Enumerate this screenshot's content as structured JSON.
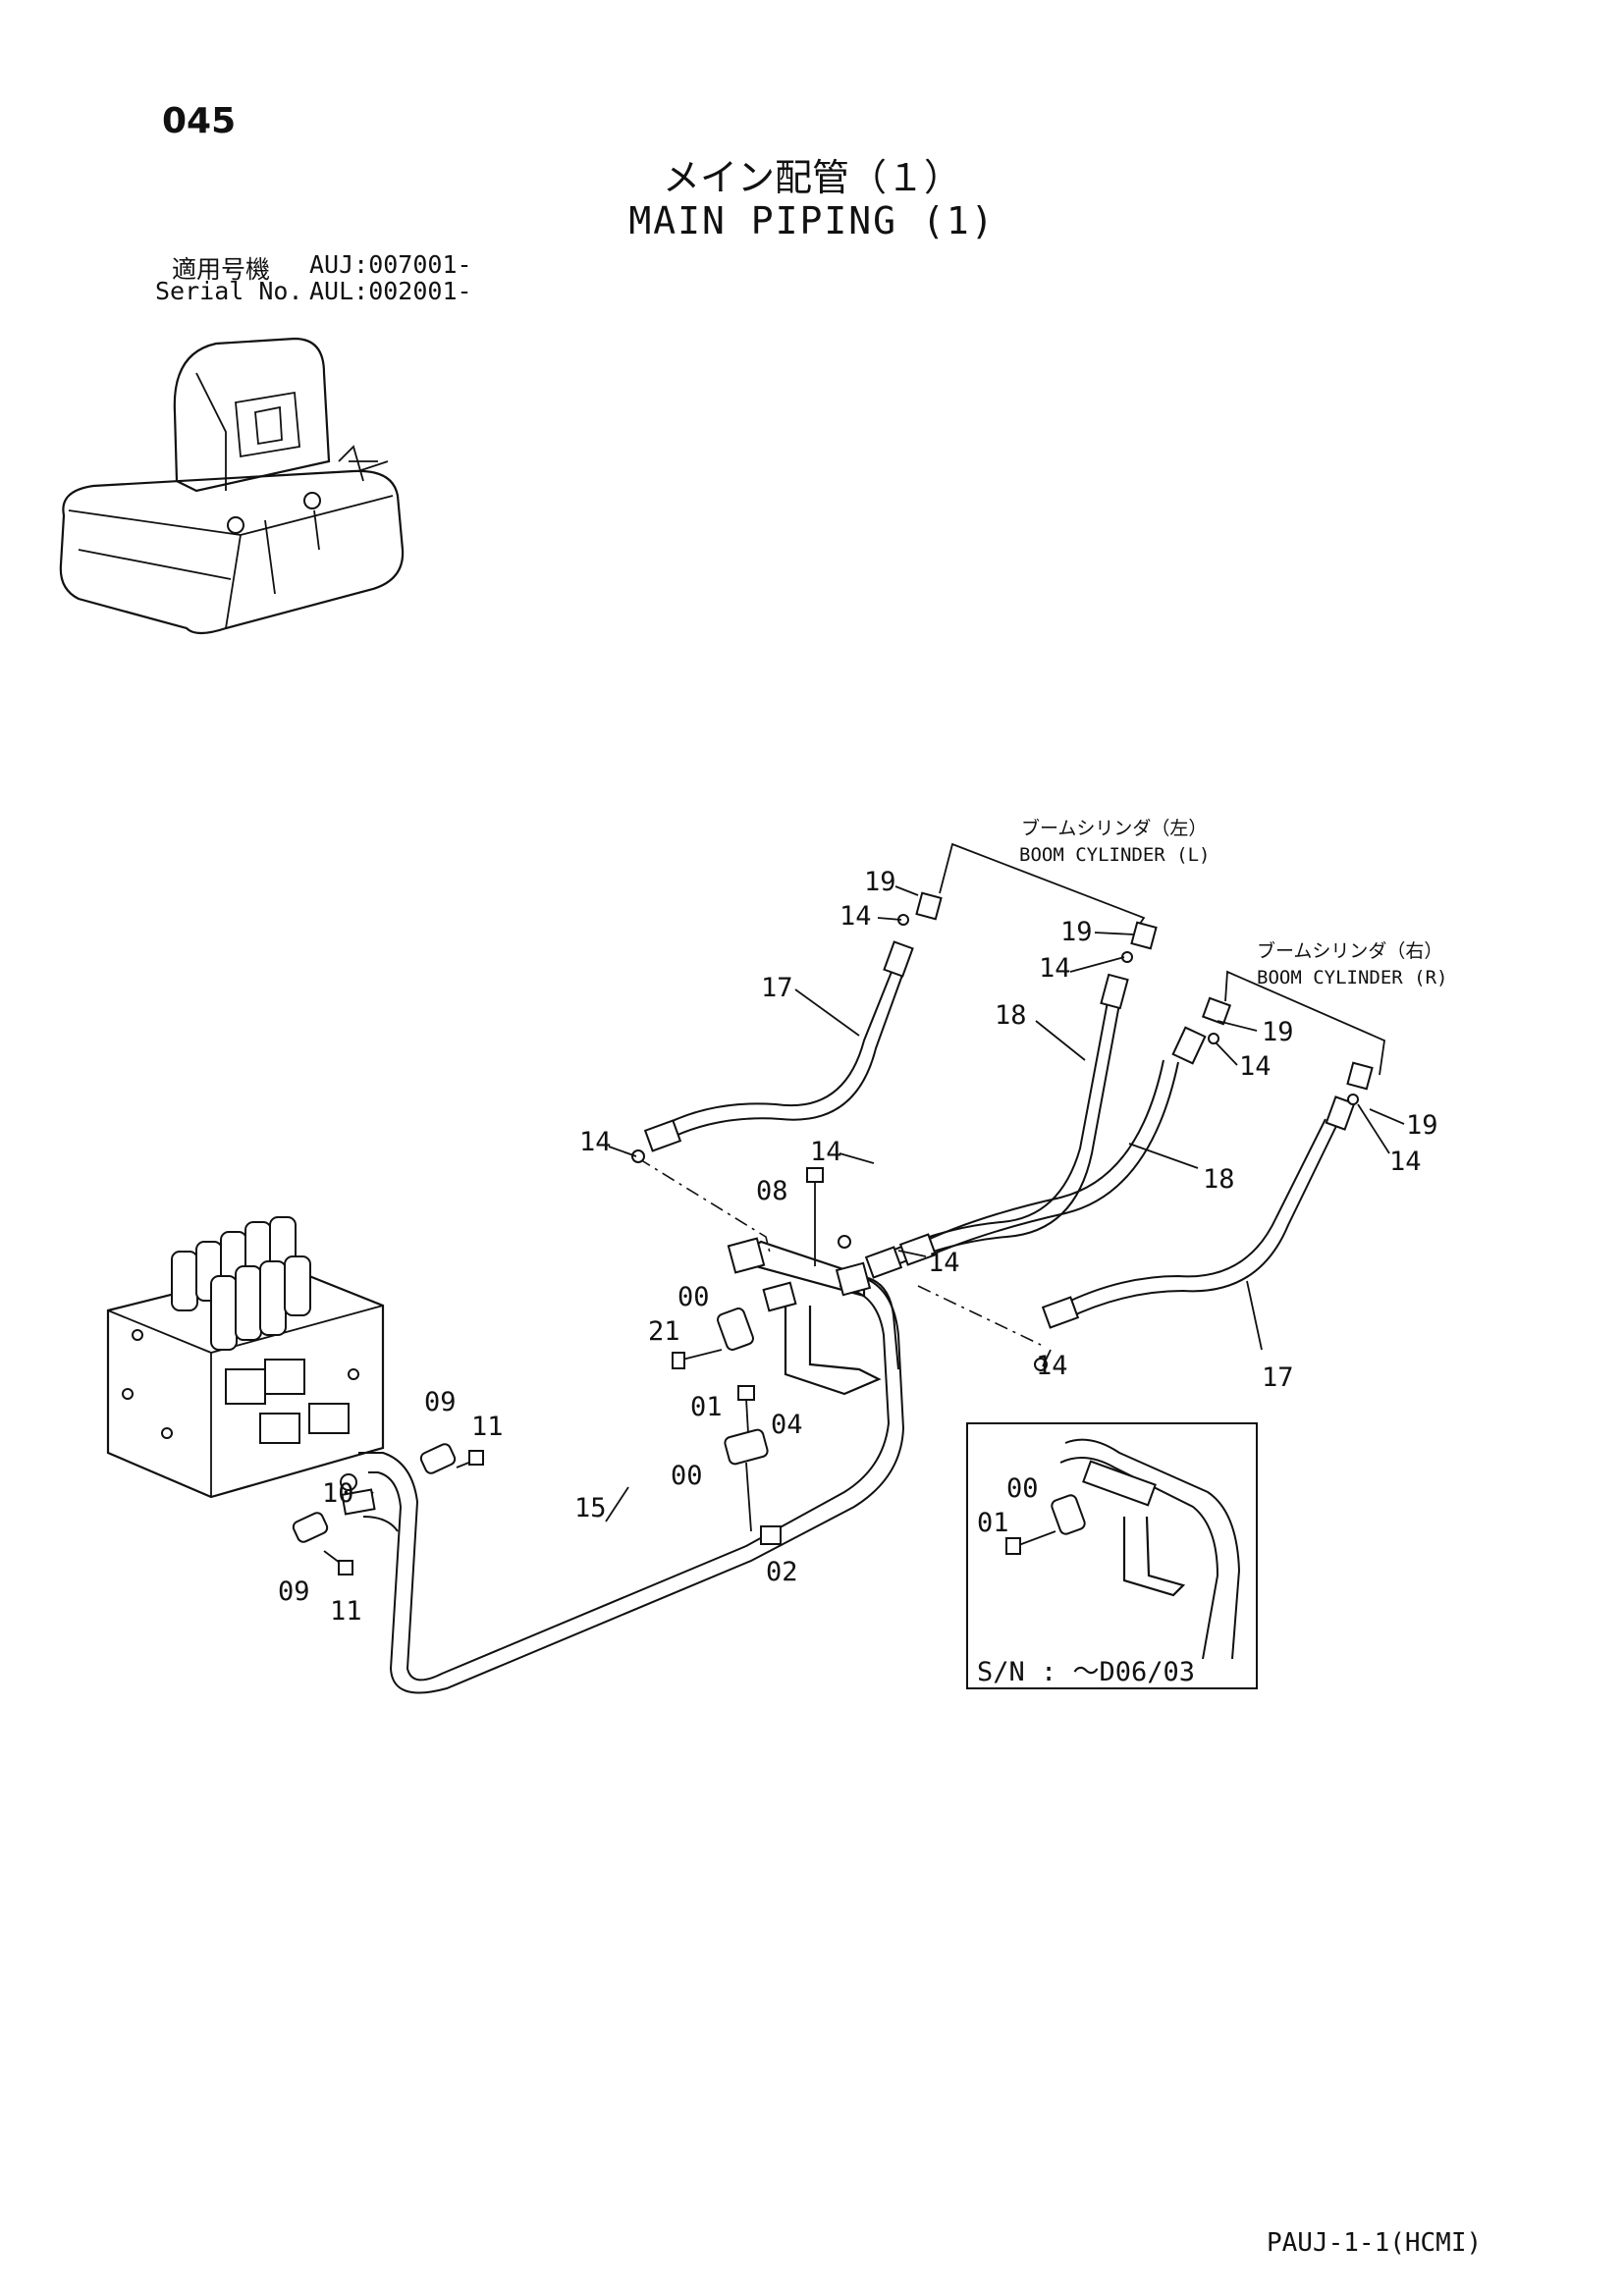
{
  "header": {
    "page_number": "045",
    "title_jp": "メイン配管（１）",
    "title_en": "MAIN PIPING (1)"
  },
  "serial": {
    "jp_label": "適用号機",
    "jp_value": "AUJ:007001-",
    "en_label": "Serial No.",
    "en_value": "AUL:002001-"
  },
  "groups": {
    "boom_left_jp": "ブームシリンダ（左）",
    "boom_left_en": "BOOM CYLINDER (L)",
    "boom_right_jp": "ブームシリンダ（右）",
    "boom_right_en": "BOOM CYLINDER (R)"
  },
  "callouts": {
    "c19a": "19",
    "c14a": "14",
    "c17a": "17",
    "c19b": "19",
    "c14b": "14",
    "c18a": "18",
    "c19c": "19",
    "c14c": "14",
    "c19d": "19",
    "c14d": "14",
    "c14e": "14",
    "c14f": "14",
    "c08": "08",
    "c18b": "18",
    "c14g": "14",
    "c00a": "00",
    "c21": "21",
    "c14h": "14",
    "c17b": "17",
    "c01a": "01",
    "c04": "04",
    "c09a": "09",
    "c11a": "11",
    "c00b": "00",
    "c10": "10",
    "c15": "15",
    "c02": "02",
    "c09b": "09",
    "c11b": "11"
  },
  "inset": {
    "c00": "00",
    "c01": "01",
    "serial_note": "S/N : ～D06/03"
  },
  "footer": {
    "code": "PAUJ-1-1(HCMI)"
  }
}
